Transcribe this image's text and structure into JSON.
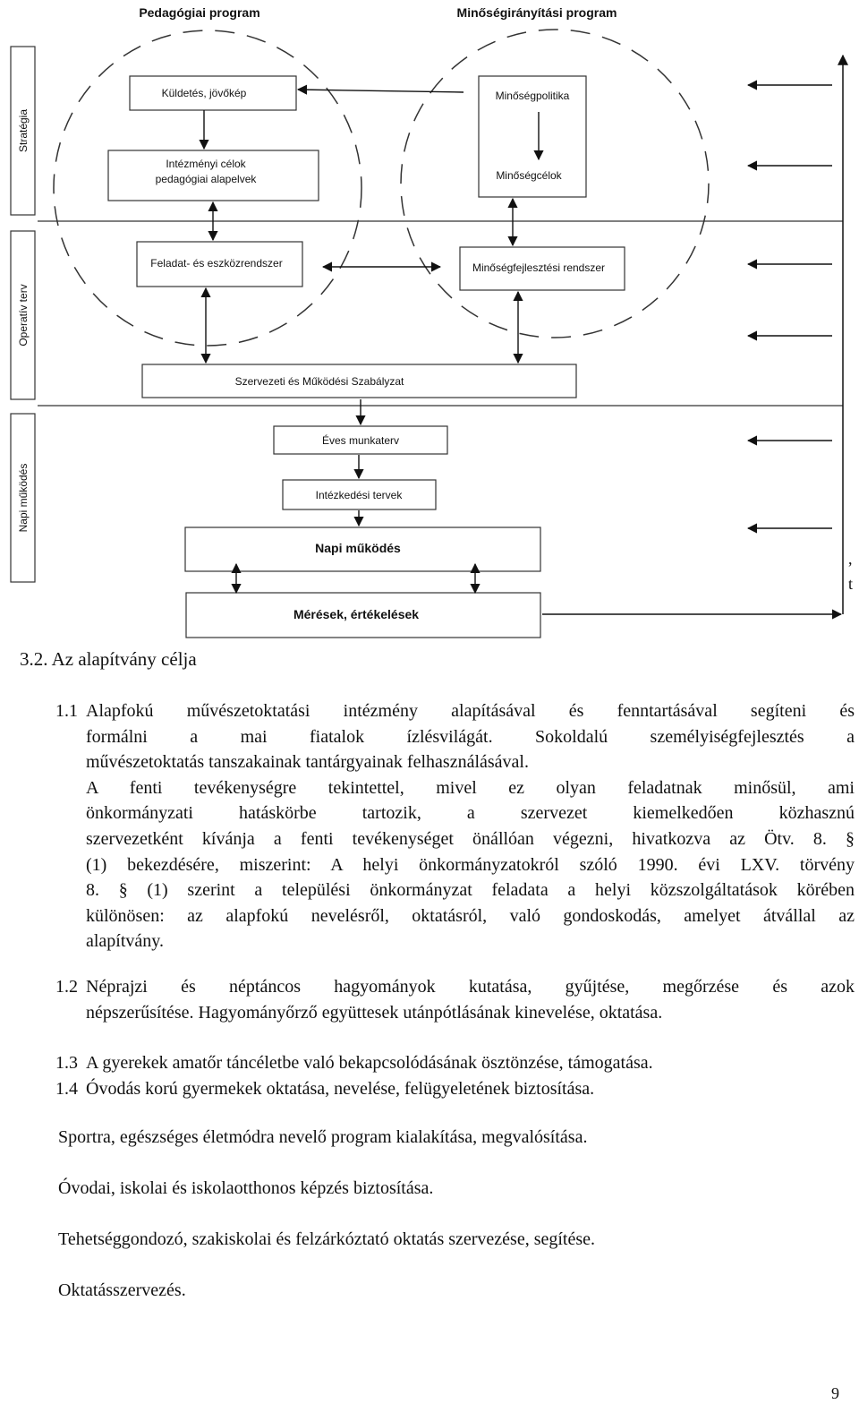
{
  "diagram": {
    "header_left": "Pedagógiai program",
    "header_right": "Minőségirányítási program",
    "side_labels": [
      "Stratégia",
      "Operatív terv",
      "Napi működés"
    ],
    "boxes": {
      "kuldetes": "Küldetés, jövőkép",
      "intezmenyi_1": "Intézményi célok",
      "intezmenyi_2": "pedagógiai alapelvek",
      "minosegpolitika": "Minőségpolitika",
      "minosegcelok": "Minőségcélok",
      "feladat": "Feladat- és eszközrendszer",
      "minosegfejlesztesi": "Minőségfejlesztési rendszer",
      "szmsz": "Szervezeti és Működési Szabályzat",
      "eves": "Éves munkaterv",
      "intezkedesi": "Intézkedési tervek",
      "napi": "Napi működés",
      "meresek": "Mérések, értékelések"
    },
    "stray_marks": [
      ",",
      "t"
    ]
  },
  "section": {
    "heading_number": "3.2.",
    "heading_title": "Az alapítvány célja"
  },
  "items": [
    {
      "number": "1.1",
      "lines": [
        "Alapfokú művészetoktatási intézmény alapításával és fenntartásával segíteni és",
        "formálni a mai fiatalok ízlésvilágát. Sokoldalú személyiségfejlesztés a",
        "művészetoktatás tanszakainak tantárgyainak felhasználásával."
      ],
      "continuation": [
        "A fenti tevékenységre tekintettel, mivel ez olyan feladatnak minősül, ami",
        "önkormányzati hatáskörbe tartozik, a szervezet kiemelkedően közhasznú",
        "szervezetként kívánja a fenti tevékenységet önállóan végezni, hivatkozva az Ötv. 8. §",
        "(1) bekezdésére, miszerint: A helyi önkormányzatokról szóló 1990. évi LXV. törvény",
        "8. § (1) szerint a települési önkormányzat feladata a helyi közszolgáltatások körében",
        "különösen: az alapfokú nevelésről, oktatásról, való gondoskodás, amelyet átvállal az",
        "alapítvány."
      ]
    },
    {
      "number": "1.2",
      "lines": [
        "Néprajzi és néptáncos hagyományok kutatása, gyűjtése, megőrzése és azok",
        "népszerűsítése. Hagyományőrző együttesek utánpótlásának kinevelése, oktatása."
      ]
    },
    {
      "number": "1.3",
      "lines": [
        "A gyerekek amatőr táncéletbe való bekapcsolódásának ösztönzése, támogatása."
      ]
    },
    {
      "number": "1.4",
      "lines": [
        "Óvodás korú gyermekek oktatása, nevelése, felügyeletének biztosítása."
      ]
    }
  ],
  "extra_lines": [
    "Sportra, egészséges életmódra nevelő program kialakítása, megvalósítása.",
    "Óvodai, iskolai és iskolaotthonos képzés biztosítása.",
    "Tehetséggondozó, szakiskolai és felzárkóztató oktatás szervezése, segítése.",
    "Oktatásszervezés."
  ],
  "page_number": "9"
}
